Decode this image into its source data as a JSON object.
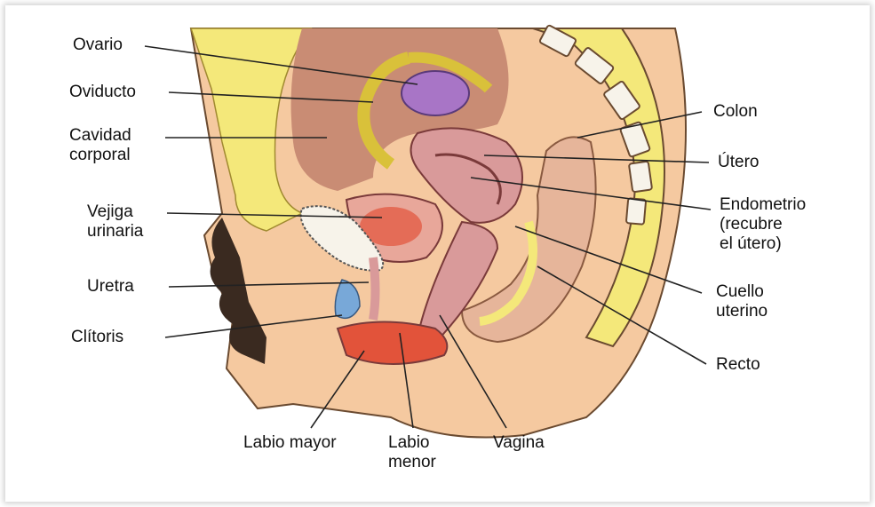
{
  "labels": {
    "ovario": "Ovario",
    "oviducto": "Oviducto",
    "cavidad": "Cavidad\ncorporal",
    "vejiga": "Vejiga\nurinaria",
    "uretra": "Uretra",
    "clitoris": "Clítoris",
    "labio_mayor": "Labio mayor",
    "labio_menor": "Labio\nmenor",
    "vagina": "Vagina",
    "colon": "Colon",
    "utero": "Útero",
    "endometrio": "Endometrio\n(recubre\nel útero)",
    "cuello": "Cuello\nuterino",
    "recto": "Recto"
  },
  "colors": {
    "skin": "#f5c9a0",
    "body_cavity": "#f4e87a",
    "inner_tissue": "#c98c74",
    "uterus": "#d99a9a",
    "bladder": "#e8a79a",
    "ovary": "#a875c6",
    "oviduct": "#d9c13a",
    "clitoris": "#78a8d8",
    "line": "#222222"
  },
  "icons": [
    "anatomy-illustration"
  ]
}
